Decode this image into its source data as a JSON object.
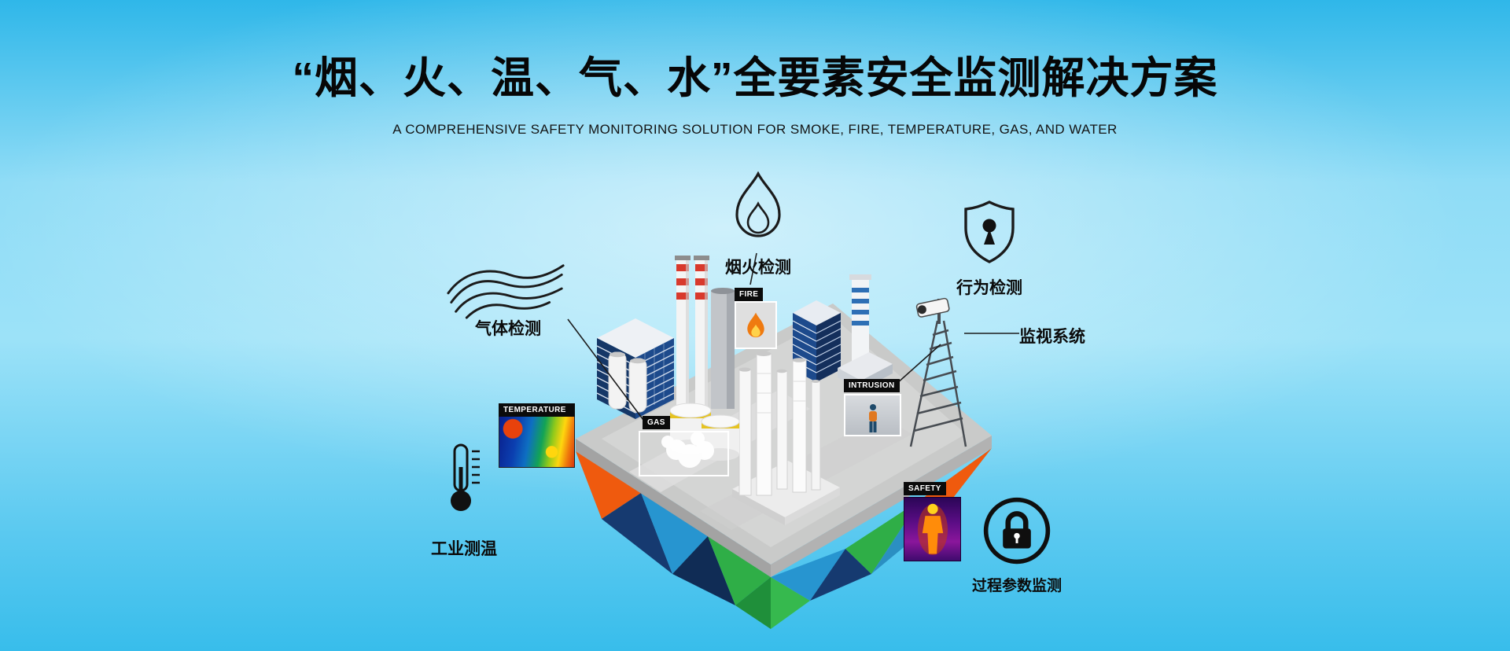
{
  "header": {
    "title": "“烟、火、温、气、水”全要素安全监测解决方案",
    "subtitle": "A COMPREHENSIVE SAFETY MONITORING SOLUTION FOR SMOKE, FIRE, TEMPERATURE, GAS, AND WATER"
  },
  "callouts": {
    "gas_detection": {
      "label": "气体检测"
    },
    "smoke_fire_detection": {
      "label": "烟火检测"
    },
    "behavior_detection": {
      "label": "行为检测"
    },
    "surveillance_system": {
      "label": "监视系统"
    },
    "industrial_thermometry": {
      "label": "工业测温"
    },
    "process_parameter_monitoring": {
      "label": "过程参数监测"
    }
  },
  "scene_tags": {
    "temperature": "TEMPERATURE",
    "fire": "FIRE",
    "gas": "GAS",
    "intrusion": "INTRUSION",
    "safety": "SAFETY"
  },
  "colors": {
    "background_top": "#2fb7e9",
    "background_center": "#bde9fa",
    "island_orange": "#ef5a0e",
    "island_navy": "#163a70",
    "island_blue": "#2795d0",
    "island_green": "#2fae47",
    "text": "#0d0d0d"
  }
}
